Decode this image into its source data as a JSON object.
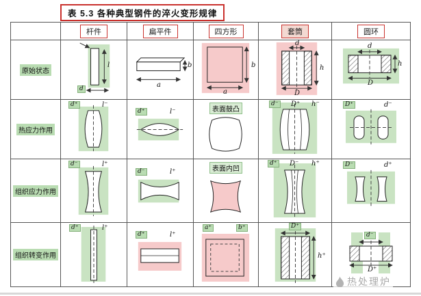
{
  "table": {
    "title": "表 5.3  各种典型钢件的淬火变形规律",
    "columns": [
      "杆件",
      "扁平件",
      "四方形",
      "套筒",
      "圆环"
    ],
    "rows": [
      "原始状态",
      "热应力作用",
      "组织应力作用",
      "组织转变作用"
    ],
    "cells": {
      "r1c1": [
        "l",
        "d"
      ],
      "r1c2": [
        "a",
        "b"
      ],
      "r1c3": [
        "a",
        "b"
      ],
      "r1c4": [
        "d",
        "D",
        "h"
      ],
      "r1c5": [
        "d",
        "D",
        "h"
      ],
      "r2c1": [
        "d⁺",
        "l⁻"
      ],
      "r2c2": [
        "d⁺",
        "l⁻"
      ],
      "r2c3": [
        "表面鼓凸"
      ],
      "r2c4": [
        "d⁻",
        "D⁺",
        "h⁻"
      ],
      "r2c5": [
        "D⁺",
        "d⁻"
      ],
      "r3c1": [
        "d⁻",
        "l⁺"
      ],
      "r3c2": [
        "d⁻",
        "l⁺"
      ],
      "r3c3": [
        "表面内凹"
      ],
      "r3c4": [
        "d⁺",
        "D⁻",
        "h⁺"
      ],
      "r3c5": [
        "D⁻",
        "d⁺"
      ],
      "r4c1": [
        "d⁺",
        "l⁺"
      ],
      "r4c2": [
        "d⁺",
        "l⁺"
      ],
      "r4c3": [
        "a⁺",
        "b⁺"
      ],
      "r4c4": [
        "D⁺",
        "h⁺"
      ],
      "r4c5": [
        "d⁻",
        "D⁺"
      ]
    }
  },
  "watermark": {
    "text": "热处理炉",
    "icon": "flame-icon"
  },
  "colors": {
    "highlight_green": "#c9e3c2",
    "highlight_pink": "#f6caca",
    "annotation_red": "#c9302c"
  }
}
